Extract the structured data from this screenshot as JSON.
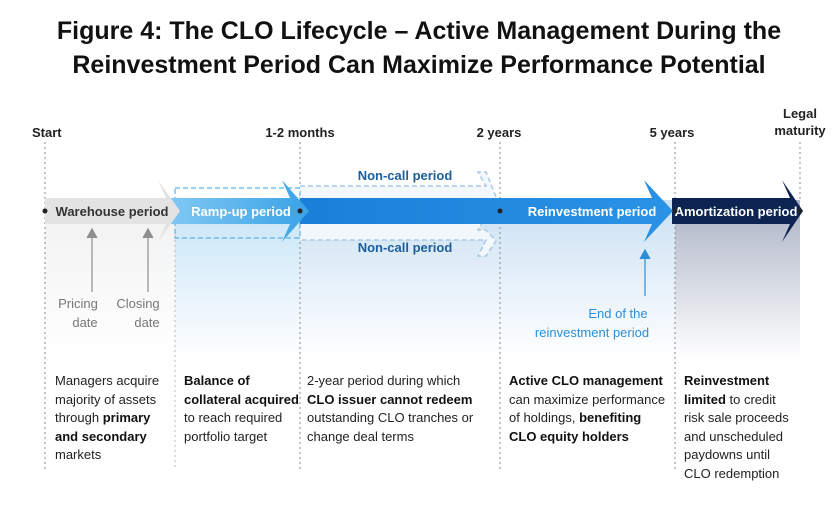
{
  "title": {
    "line1": "Figure 4: The CLO Lifecycle – Active Management During the",
    "line2": "Reinvestment Period Can Maximize Performance Potential"
  },
  "timeline": {
    "start": "Start",
    "one_two_months": "1-2 months",
    "two_years": "2 years",
    "five_years": "5 years",
    "legal_line1": "Legal",
    "legal_line2": "maturity"
  },
  "phases": {
    "warehouse": "Warehouse period",
    "ramp_up": "Ramp-up period",
    "reinvestment": "Reinvestment period",
    "amortization": "Amortization period",
    "non_call_top": "Non-call period",
    "non_call_bottom": "Non-call period"
  },
  "annotations": {
    "pricing_line1": "Pricing",
    "pricing_line2": "date",
    "closing_line1": "Closing",
    "closing_line2": "date",
    "end_reinv_line1": "End of the",
    "end_reinv_line2": "reinvestment period"
  },
  "descriptions": {
    "warehouse": {
      "l1": "Managers acquire",
      "l2": "majority of assets",
      "l3a": "through ",
      "l3b": "primary",
      "l4": "and secondary",
      "l5": "markets"
    },
    "ramp_up": {
      "l1": "Balance of",
      "l2": "collateral acquired",
      "l3": "to reach required",
      "l4": "portfolio target"
    },
    "non_call": {
      "l1": "2-year period during which",
      "l2": "CLO issuer cannot redeem",
      "l3": "outstanding CLO tranches or",
      "l4": "change deal terms"
    },
    "reinvestment": {
      "l1": "Active CLO management",
      "l2": "can maximize performance",
      "l3a": "of holdings, ",
      "l3b": "benefiting",
      "l4": "CLO equity holders"
    },
    "amortization": {
      "l1": "Reinvestment",
      "l2a": "limited",
      "l2b": " to credit",
      "l3": "risk sale proceeds",
      "l4": "and unscheduled",
      "l5": "paydowns until",
      "l6": "CLO redemption"
    }
  },
  "colors": {
    "warehouse": "#e3e3e3",
    "ramp_up": "#56b2ea",
    "reinvestment": "#1e87dd",
    "amortization": "#0d2452",
    "non_call": "#a9c9e6",
    "non_call_text": "#1c5d9c",
    "annotation_blue": "#2a8fd8"
  }
}
